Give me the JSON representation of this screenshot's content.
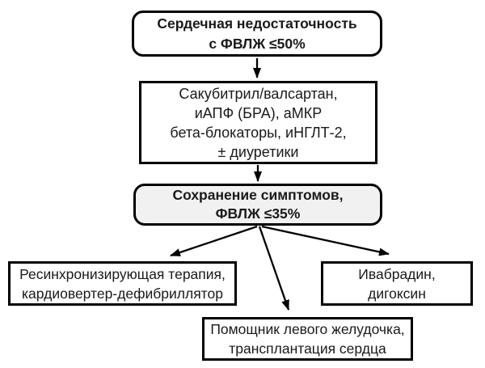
{
  "diagram": {
    "type": "flowchart",
    "language": "ru",
    "colors": {
      "background": "#ffffff",
      "border": "#000000",
      "text": "#1a1a1a",
      "highlight_fill": "#f1f1f1",
      "arrow": "#000000"
    },
    "nodes": {
      "heart_failure": {
        "shape": "rounded",
        "emphasis": "bold",
        "lines": [
          "Сердечная недостаточность",
          "с ФВЛЖ ≤50%"
        ]
      },
      "medications": {
        "shape": "rect",
        "emphasis": "regular",
        "lines": [
          "Сакубитрил/валсартан,",
          "иАПФ (БРА), аМКР",
          "бета-блокаторы, иНГЛТ-2,",
          "± диуретики"
        ]
      },
      "persistent_symptoms": {
        "shape": "rounded",
        "emphasis": "bold",
        "fill": "#f1f1f1",
        "lines": [
          "Сохранение симптомов,",
          "ФВЛЖ ≤35%"
        ]
      },
      "crt_icd": {
        "shape": "rect",
        "emphasis": "regular",
        "lines": [
          "Ресинхронизирующая терапия,",
          "кардиовертер-дефибриллятор"
        ]
      },
      "ivabradine_digoxin": {
        "shape": "rect",
        "emphasis": "regular",
        "lines": [
          "Ивабрадин,",
          "дигоксин"
        ]
      },
      "lvad_transplant": {
        "shape": "rect",
        "emphasis": "regular",
        "lines": [
          "Помощник левого желудочка,",
          "трансплантация сердца"
        ]
      }
    },
    "edges": [
      {
        "from": "heart_failure",
        "to": "medications"
      },
      {
        "from": "medications",
        "to": "persistent_symptoms"
      },
      {
        "from": "persistent_symptoms",
        "to": "crt_icd"
      },
      {
        "from": "persistent_symptoms",
        "to": "lvad_transplant"
      },
      {
        "from": "persistent_symptoms",
        "to": "ivabradine_digoxin"
      }
    ]
  }
}
